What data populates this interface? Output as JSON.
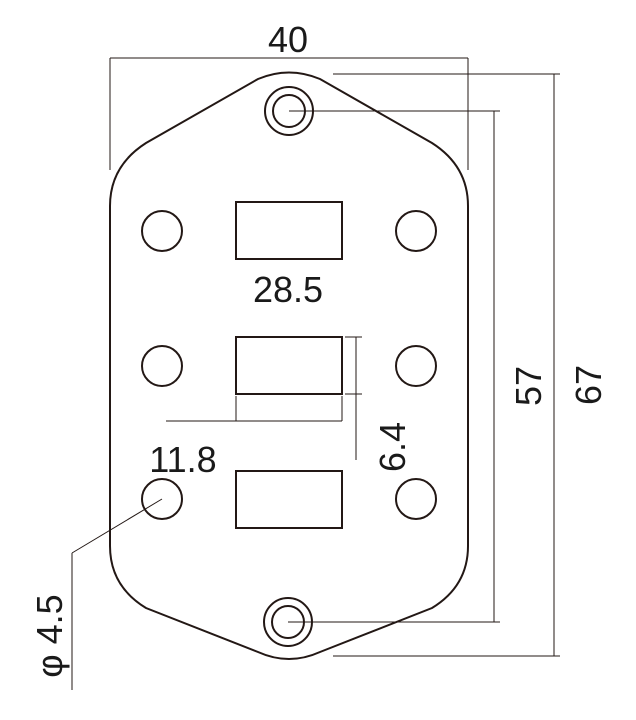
{
  "dimensions": {
    "width": "40",
    "height_inner": "57",
    "height_outer": "67",
    "slot_spacing": "28.5",
    "slot_height": "6.4",
    "slot_width": "11.8",
    "hole_diameter": "φ 4.5"
  },
  "colors": {
    "line": "#231815",
    "background": "#ffffff"
  }
}
